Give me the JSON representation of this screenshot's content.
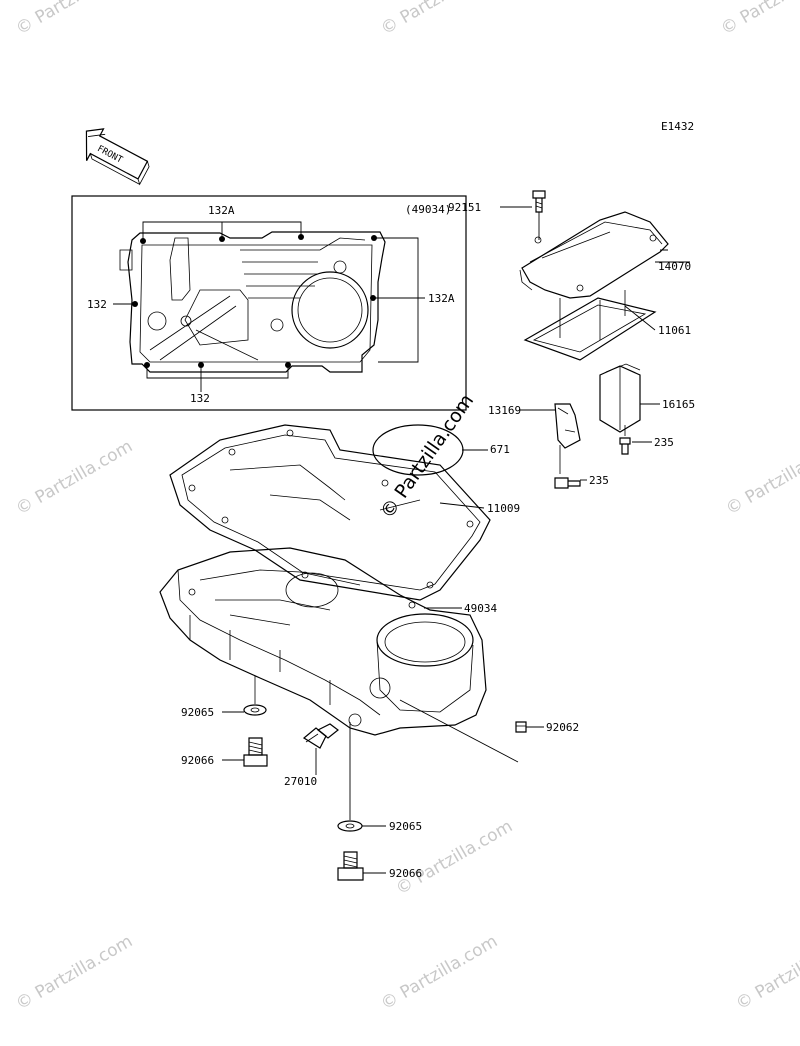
{
  "diagram": {
    "code": "E1432",
    "front_label": "FRONT",
    "inset_ref": "(49034)",
    "watermark": "© Partzilla.com",
    "labels": {
      "l132A_top": "132A",
      "l132A_right": "132A",
      "l132_left": "132",
      "l132_bottom": "132",
      "l92151": "92151",
      "l14070": "14070",
      "l11061": "11061",
      "l16165": "16165",
      "l13169": "13169",
      "l671": "671",
      "l235_a": "235",
      "l235_b": "235",
      "l11009": "11009",
      "l49034": "49034",
      "l92065_a": "92065",
      "l92066_a": "92066",
      "l27010": "27010",
      "l92062": "92062",
      "l92065_b": "92065",
      "l92066_b": "92066"
    }
  }
}
